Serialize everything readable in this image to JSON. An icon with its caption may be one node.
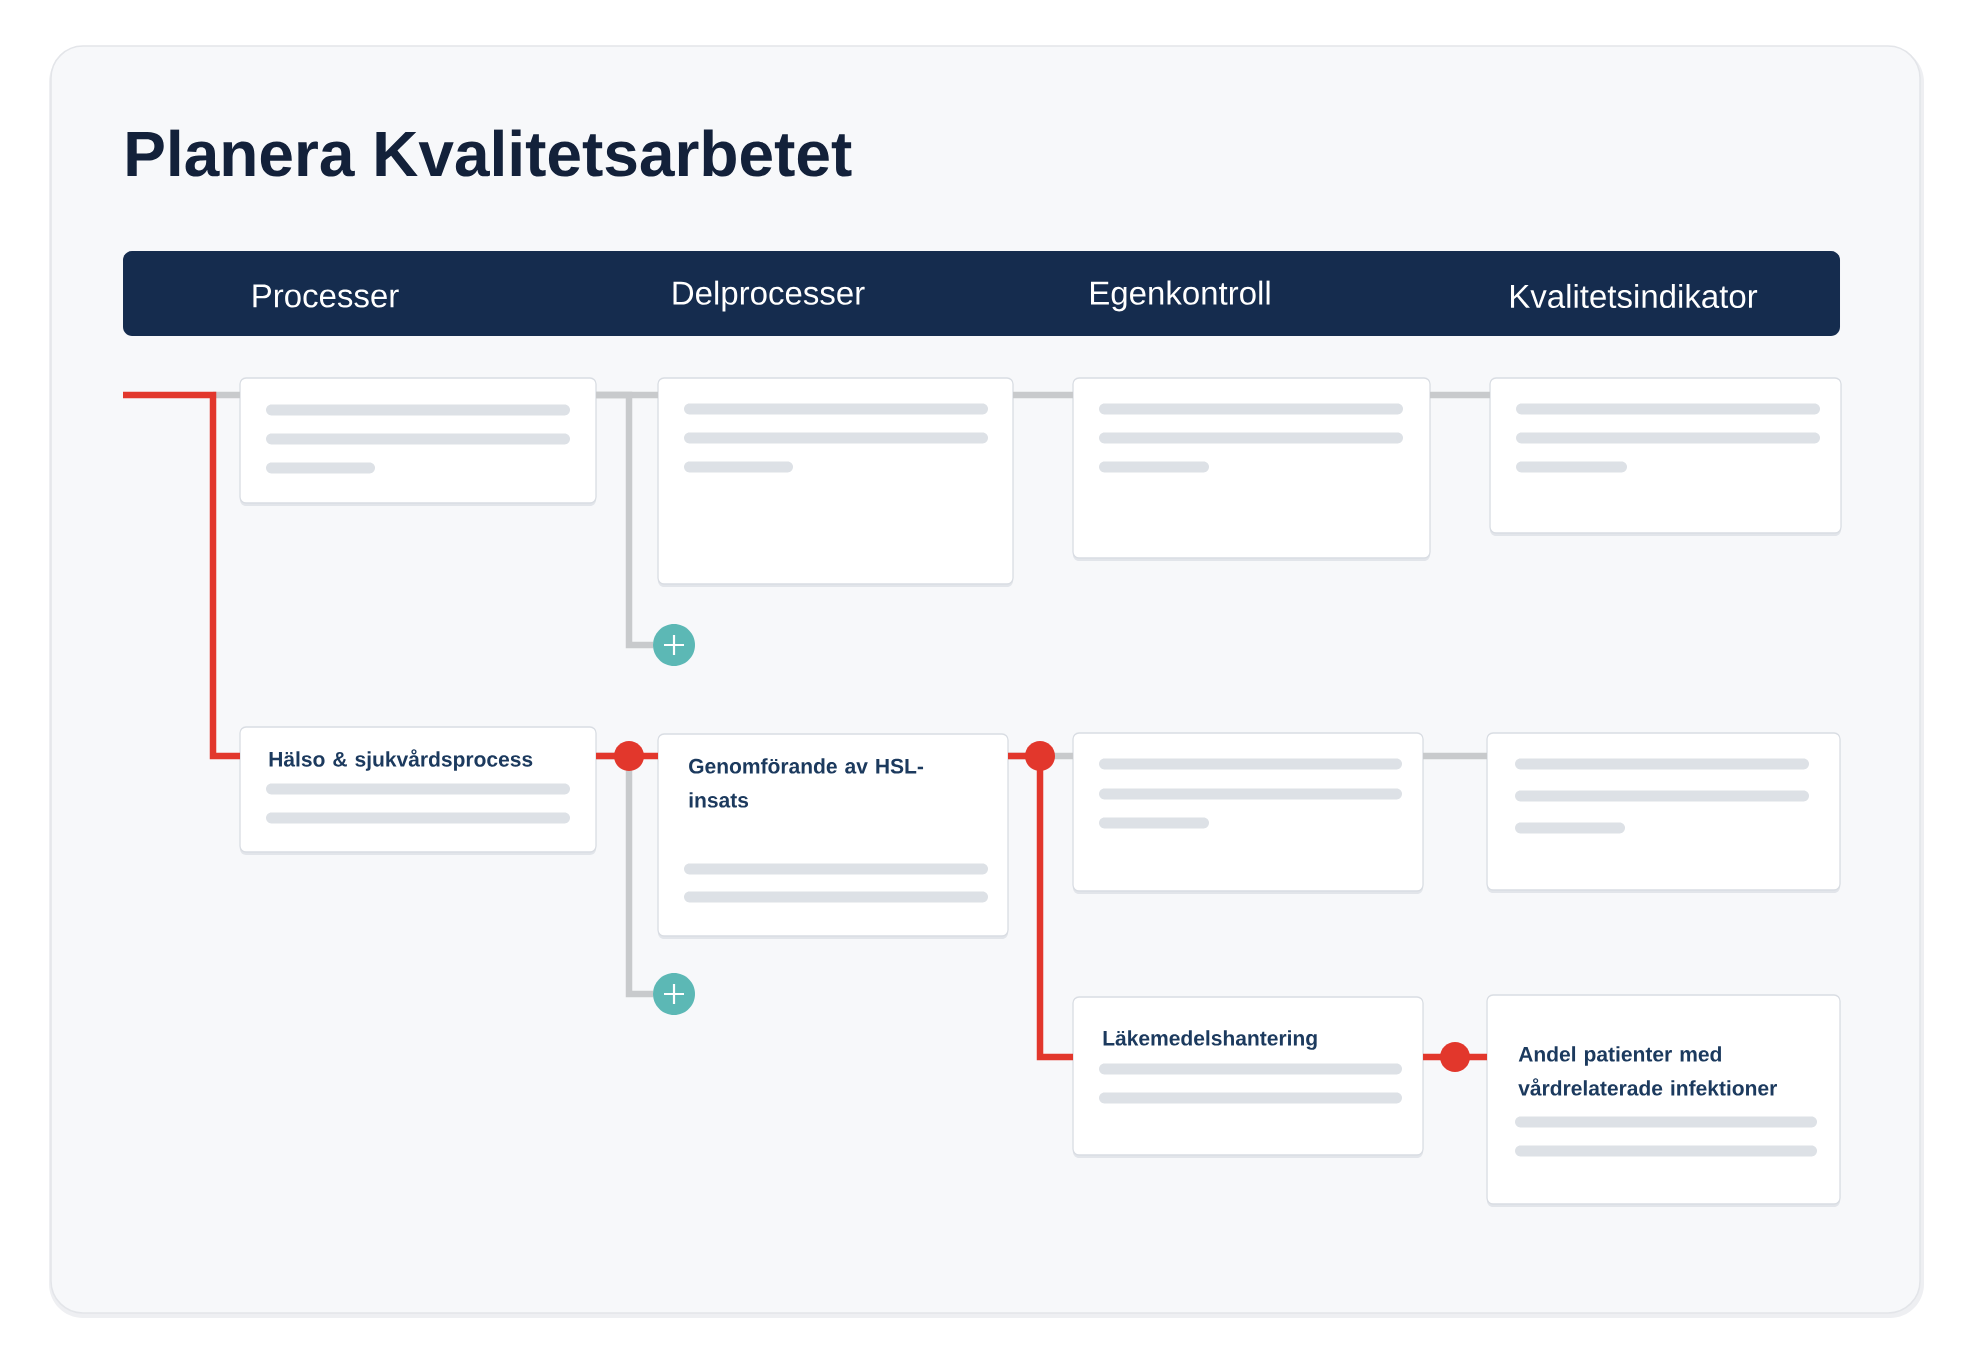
{
  "diagram": {
    "title": "Planera Kvalitetsarbetet",
    "nodes": [
      {
        "text": [
          "Processer",
          "Delprocesser",
          "Egenkontroll",
          "Kvalitetsindikator"
        ]
      },
      {
        "text": [],
        "shape": "box"
      },
      {
        "text": [],
        "shape": "box"
      },
      {
        "text": [],
        "shape": "box"
      },
      {
        "text": [],
        "shape": "box"
      },
      {
        "text": [],
        "shape": "circle"
      },
      {
        "text": [
          "Hälso & sjukvårdsprocess"
        ]
      },
      {
        "text": [
          "Genomförande av HSL-insats"
        ]
      },
      {
        "text": [],
        "shape": "box"
      },
      {
        "text": [],
        "shape": "box"
      },
      {
        "text": [],
        "shape": "circle"
      },
      {
        "text": [
          "Läkemedelshantering"
        ]
      },
      {
        "text": [
          "Andel patienter med vårdrelaterade infektioner"
        ]
      }
    ],
    "edges": [
      {
        "from": null,
        "to": 1,
        "arrow": "none"
      },
      {
        "from": 1,
        "to": 2,
        "arrow": "none"
      },
      {
        "from": 1,
        "to": 5,
        "arrow": "none"
      },
      {
        "from": 2,
        "to": 3,
        "arrow": "none"
      },
      {
        "from": 3,
        "to": 4,
        "arrow": "none"
      },
      {
        "from": null,
        "to": 6,
        "arrow": "none",
        "color": "#e2372c"
      },
      {
        "from": 6,
        "to": 7,
        "arrow": "none",
        "color": "#e2372c"
      },
      {
        "from": 6,
        "to": 10,
        "arrow": "none"
      },
      {
        "from": 7,
        "to": 8,
        "arrow": "none"
      },
      {
        "from": 7,
        "to": 11,
        "arrow": "none",
        "color": "#e2372c"
      },
      {
        "from": 8,
        "to": 9,
        "arrow": "none"
      },
      {
        "from": 11,
        "to": 12,
        "arrow": "none",
        "color": "#e2372c"
      }
    ]
  }
}
